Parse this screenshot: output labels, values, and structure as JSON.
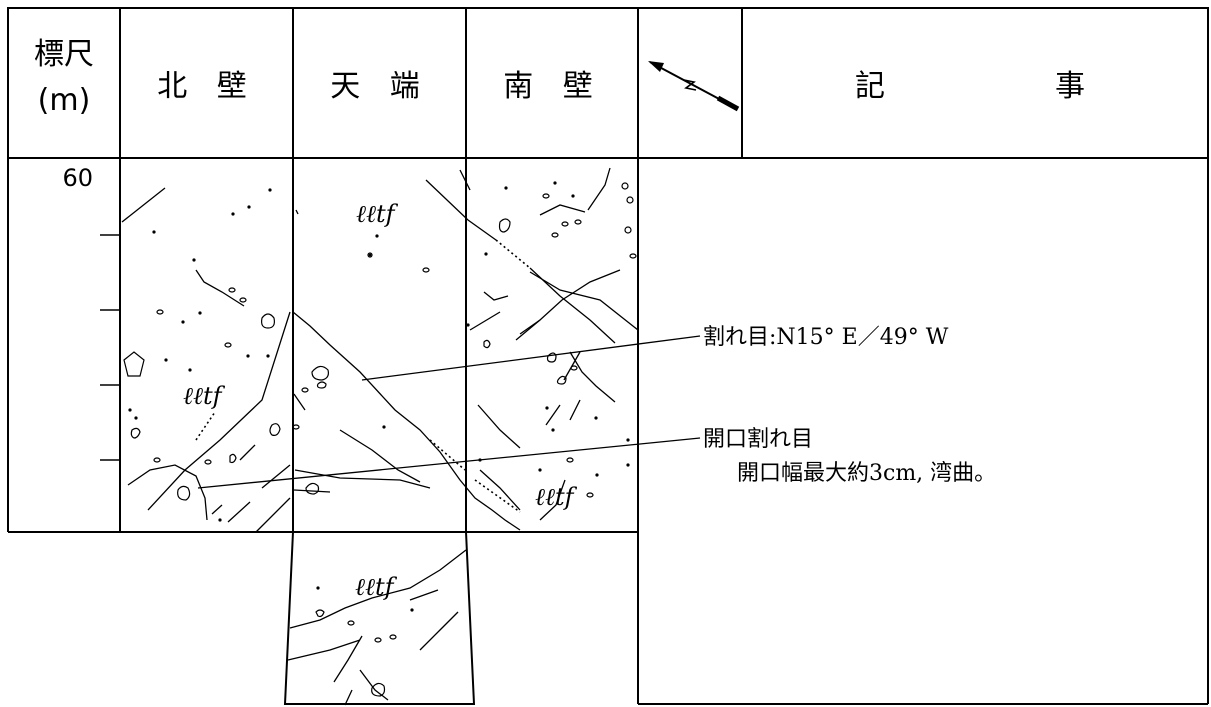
{
  "header": {
    "scale_line1": "標尺",
    "scale_line2": "(m)",
    "north_wall": "北 壁",
    "top": "天 端",
    "south_wall": "南 壁",
    "notes": "記　　　　事"
  },
  "scale": {
    "top_value": "60"
  },
  "lithology": {
    "label": "ℓℓtf"
  },
  "notes": {
    "fracture": "割れ目:N15° E／49° W",
    "open_fracture_title": "開口割れ目",
    "open_fracture_detail": "開口幅最大約3cm, 湾曲。"
  },
  "colors": {
    "line": "#000000",
    "background": "#ffffff"
  }
}
